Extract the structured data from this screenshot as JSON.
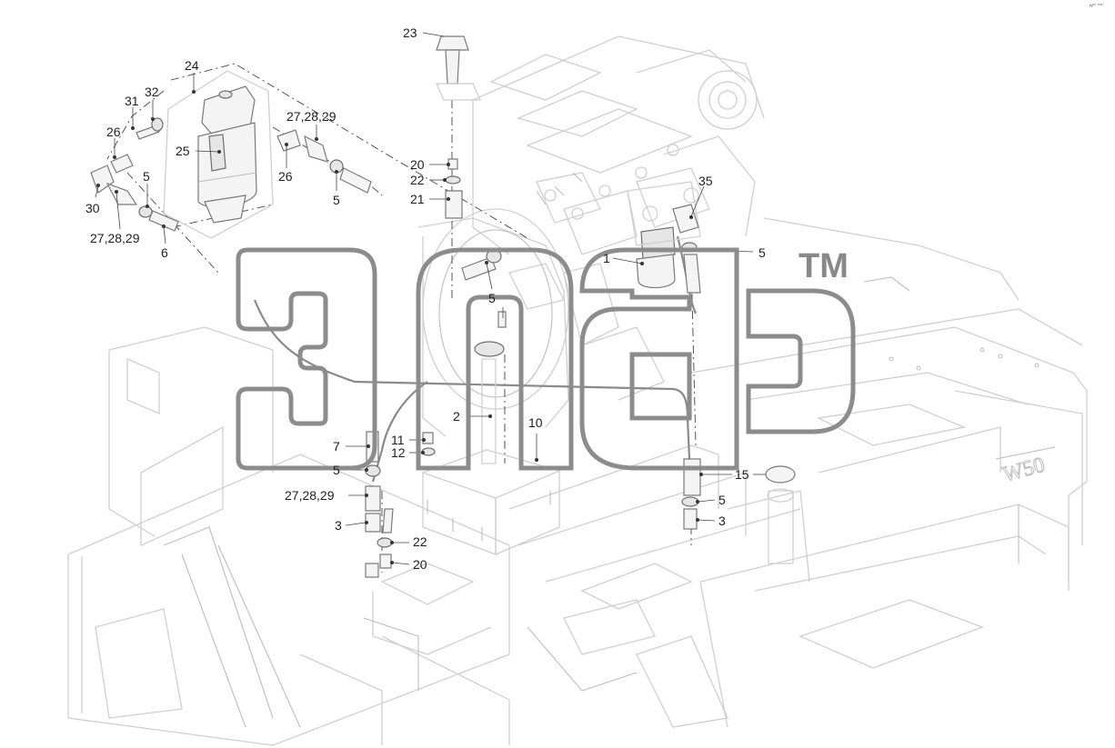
{
  "corner_mark": "π³¹ ³³³",
  "watermark": {
    "trademark": "TM"
  },
  "colors": {
    "background": "#ffffff",
    "linework": "#cfcfcf",
    "parts": "#7a7a7a",
    "watermark": "#8c8c8c",
    "text": "#1e1e1e"
  },
  "callouts": {
    "c1": "1",
    "c2": "2",
    "c3a": "3",
    "c3b": "3",
    "c5a": "5",
    "c5b": "5",
    "c5c": "5",
    "c5d": "5",
    "c5e": "5",
    "c5f": "5",
    "c6": "6",
    "c7": "7",
    "c10": "10",
    "c11": "11",
    "c12": "12",
    "c15": "15",
    "c20a": "20",
    "c20b": "20",
    "c21": "21",
    "c22a": "22",
    "c22b": "22",
    "c23": "23",
    "c24": "24",
    "c25": "25",
    "c26a": "26",
    "c26b": "26",
    "c27a": "27,28,29",
    "c27b": "27,28,29",
    "c27c": "27,28,29",
    "c30": "30",
    "c31": "31",
    "c32": "32",
    "c35": "35"
  }
}
